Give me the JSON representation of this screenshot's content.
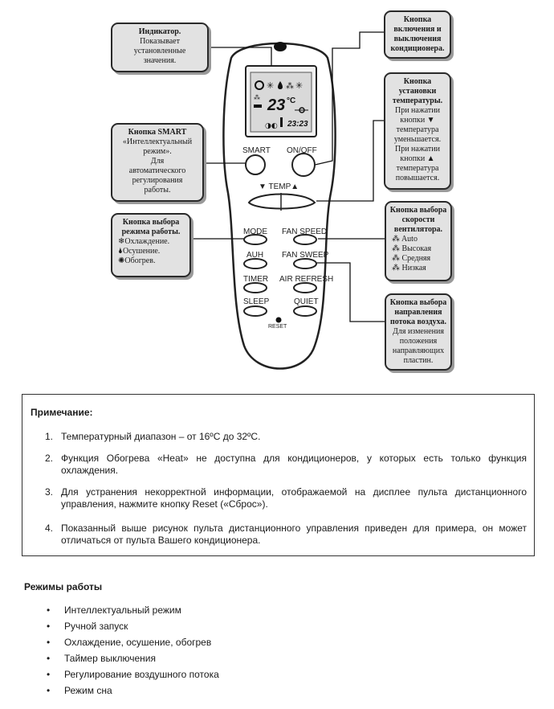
{
  "callouts": {
    "indicator": {
      "title": "Индикатор.",
      "lines": [
        "Показывает",
        "установленные",
        "значения."
      ]
    },
    "power": {
      "title": "Кнопка включения и выключения кондиционера."
    },
    "temp": {
      "title": "Кнопка установки температуры.",
      "lines": [
        "При нажатии",
        "кнопки ▼",
        "температура",
        "уменьшается.",
        "При нажатии",
        "кнопки ▲",
        "температура",
        "повышается."
      ]
    },
    "smart": {
      "title": "Кнопка SMART",
      "lines": [
        "«Интеллектуальный",
        "режим».",
        "Для",
        "автоматического",
        "регулирования",
        "работы."
      ]
    },
    "mode": {
      "title": "Кнопка выбора режима работы.",
      "lines": [
        "❄Охлаждение.",
        "🌢Осушение.",
        "✺Обогрев."
      ]
    },
    "fan": {
      "title": "Кнопка выбора скорости вентилятора.",
      "lines": [
        "Auto",
        "Высокая",
        "Средняя",
        "Низкая"
      ]
    },
    "sweep": {
      "title": "Кнопка выбора направления потока воздуха.",
      "lines": [
        "Для изменения",
        "положения",
        "направляющих",
        "пластин."
      ]
    }
  },
  "remote": {
    "display_temp": "23",
    "display_unit": "°C",
    "display_clock": "23:23",
    "buttons": {
      "smart": "SMART",
      "onoff": "ON/OFF",
      "temp": "▼ TEMP▲",
      "mode": "MODE",
      "fan_speed": "FAN SPEED",
      "auh": "AUH",
      "fan_sweep": "FAN SWEEP",
      "timer": "TIMER",
      "air_refresh": "AIR REFRESH",
      "sleep": "SLEEP",
      "quiet": "QUIET",
      "reset": "RESET"
    }
  },
  "note": {
    "title": "Примечание:",
    "items": [
      {
        "num": "1.",
        "text": "Температурный диапазон – от 16ºС до 32ºС."
      },
      {
        "num": "2.",
        "text": "Функция Обогрева «Heat» не доступна для кондиционеров, у которых есть только функция охлаждения."
      },
      {
        "num": "3.",
        "text": "Для устранения некорректной информации, отображаемой на дисплее пульта дистанционного управления, нажмите кнопку Reset («Сброс»)."
      },
      {
        "num": "4.",
        "text": "Показанный выше рисунок пульта дистанционного управления приведен для примера, он может отличаться от пульта Вашего кондиционера."
      }
    ]
  },
  "modes": {
    "title": "Режимы работы",
    "bullet": "•",
    "items": [
      "Интеллектуальный режим",
      "Ручной запуск",
      "Охлаждение, осушение, обогрев",
      "Таймер выключения",
      "Регулирование воздушного потока",
      "Режим сна"
    ]
  }
}
